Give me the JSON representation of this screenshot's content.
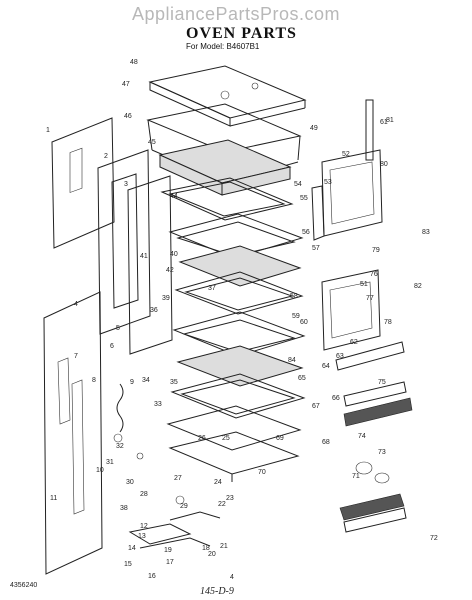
{
  "watermark": "AppliancePartsPros.com",
  "title": "OVEN PARTS",
  "model_line": "For Model: B4607B1",
  "footer": {
    "left_code": "4356240",
    "page_number": "4",
    "handwritten": "145-D-9"
  },
  "labels": [
    "1",
    "2",
    "3",
    "4",
    "5",
    "6",
    "7",
    "8",
    "9",
    "10",
    "11",
    "12",
    "13",
    "14",
    "15",
    "16",
    "17",
    "18",
    "19",
    "20",
    "21",
    "22",
    "23",
    "24",
    "25",
    "26",
    "27",
    "28",
    "29",
    "30",
    "31",
    "32",
    "33",
    "34",
    "35",
    "36",
    "37",
    "38",
    "39",
    "40",
    "41",
    "42",
    "44",
    "45",
    "46",
    "47",
    "48",
    "49",
    "51",
    "52",
    "53",
    "54",
    "55",
    "56",
    "57",
    "58",
    "59",
    "60",
    "61",
    "62",
    "63",
    "64",
    "65",
    "66",
    "67",
    "68",
    "69",
    "70",
    "71",
    "72",
    "73",
    "74",
    "75",
    "76",
    "77",
    "78",
    "79",
    "80",
    "81",
    "82",
    "83",
    "84"
  ]
}
